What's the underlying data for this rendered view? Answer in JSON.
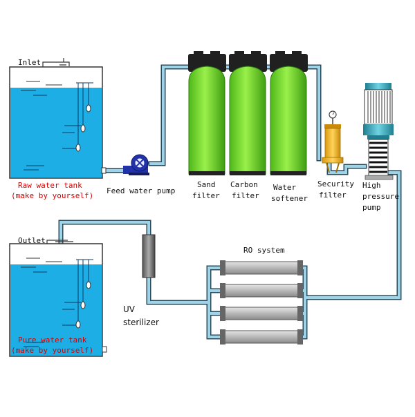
{
  "labels": {
    "inlet": "Inlet",
    "raw_tank_1": "Raw water tank",
    "raw_tank_2": "(make by yourself)",
    "feed_pump": "Feed water pump",
    "sand_1": "Sand",
    "sand_2": "filter",
    "carbon_1": "Carbon",
    "carbon_2": "filter",
    "softener_1": "Water",
    "softener_2": "softener",
    "security_1": "Security",
    "security_2": "filter",
    "hp_1": "High",
    "hp_2": "pressure",
    "hp_3": "pump",
    "outlet": "Outlet",
    "pure_tank_1": "Pure water tank",
    "pure_tank_2": "(make by yourself)",
    "uv_1": "UV",
    "uv_2": "sterilizer",
    "ro": "RO system"
  },
  "colors": {
    "water": "#1eaee6",
    "pipe": "#9fd3e8",
    "pipe_edge": "#2b4a5a",
    "filter_green": "#7fe22a",
    "filter_cap": "#202020",
    "security_yellow": "#f2b81e",
    "pump_blue": "#2233aa",
    "membrane": "#c4c4c4",
    "hp_pump_teal": "#39a9bb",
    "red_text": "#d60000"
  }
}
